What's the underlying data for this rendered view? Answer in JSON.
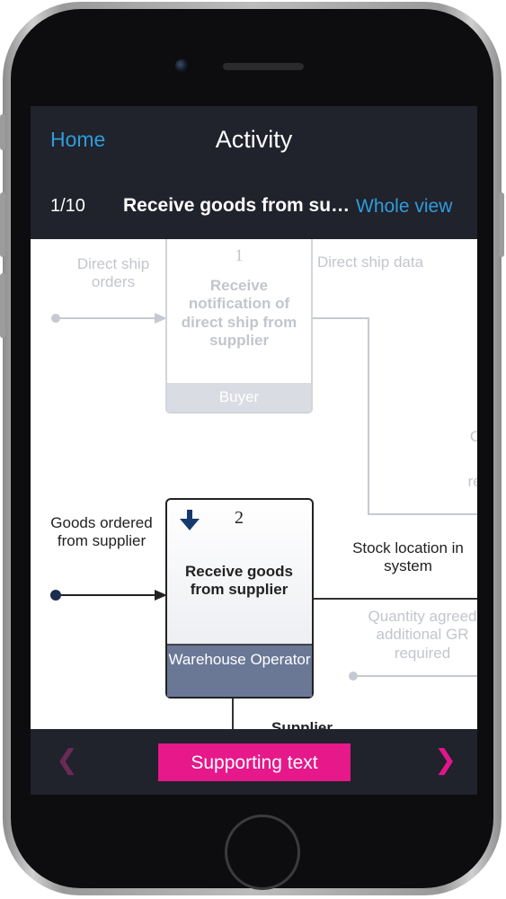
{
  "nav": {
    "home_label": "Home",
    "title": "Activity"
  },
  "step": {
    "counter": "1/10",
    "title": "Receive goods from supplier",
    "whole_view_label": "Whole view"
  },
  "diagram": {
    "activity_1": {
      "number": "1",
      "title": "Receive notification of direct ship from supplier",
      "role": "Buyer"
    },
    "activity_2": {
      "number": "2",
      "title": "Receive goods from supplier",
      "role": "Warehouse Operator"
    },
    "inputs": {
      "direct_ship_orders": "Direct ship orders",
      "direct_ship_data": "Direct ship data",
      "goods_ordered": "Goods ordered from supplier",
      "stock_location": "Stock location in system",
      "quantity_agreed": "Quantity agreed additional GR required",
      "supplier_partial": "Supplier",
      "clipped_c": "C",
      "clipped_re": "re"
    }
  },
  "footer": {
    "supporting_text_label": "Supporting text",
    "prev_icon": "chevron-left-icon",
    "next_icon": "chevron-right-icon"
  },
  "colors": {
    "accent_pink": "#e6188a",
    "link_blue": "#2f9cdb",
    "bar_dark": "#20222c",
    "role_box": "#6a7896"
  }
}
